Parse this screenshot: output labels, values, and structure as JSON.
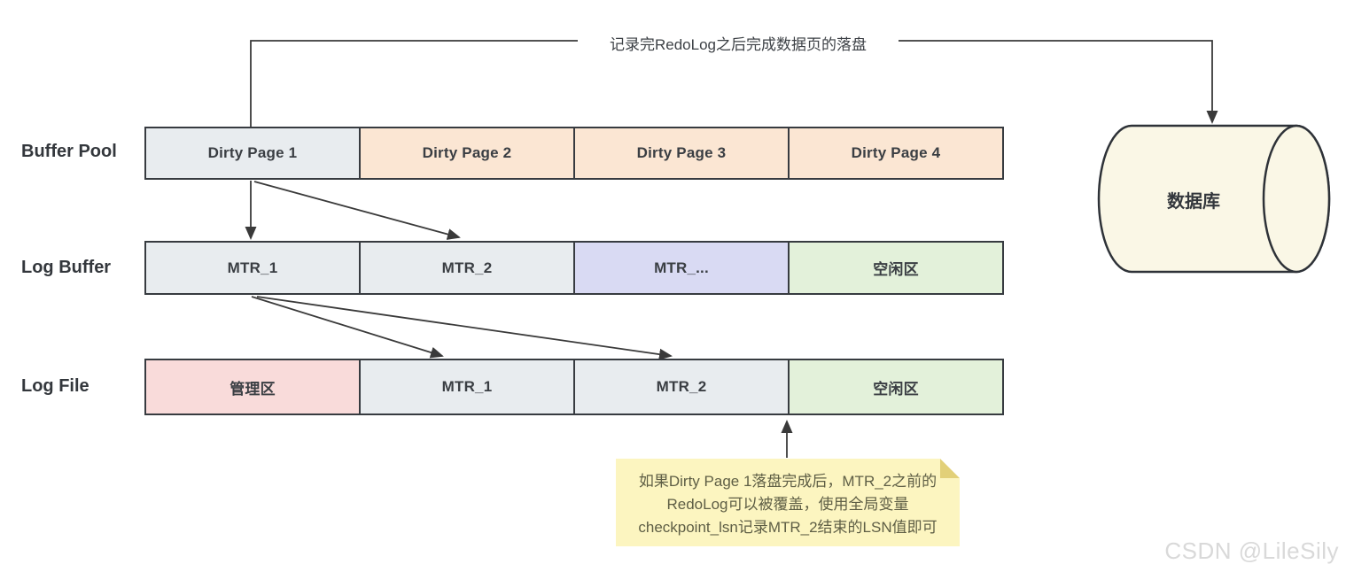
{
  "diagram": {
    "top_flow_label": "记录完RedoLog之后完成数据页的落盘",
    "rows": [
      {
        "label": "Buffer Pool",
        "cells": [
          {
            "text": "Dirty Page 1",
            "color": "#e8ecef"
          },
          {
            "text": "Dirty Page 2",
            "color": "#fbe6d3"
          },
          {
            "text": "Dirty Page 3",
            "color": "#fbe6d3"
          },
          {
            "text": "Dirty Page 4",
            "color": "#fbe6d3"
          }
        ]
      },
      {
        "label": "Log Buffer",
        "cells": [
          {
            "text": "MTR_1",
            "color": "#e8ecef"
          },
          {
            "text": "MTR_2",
            "color": "#e8ecef"
          },
          {
            "text": "MTR_...",
            "color": "#d9daf3"
          },
          {
            "text": "空闲区",
            "color": "#e3f1da"
          }
        ]
      },
      {
        "label": "Log File",
        "cells": [
          {
            "text": "管理区",
            "color": "#f9dbda"
          },
          {
            "text": "MTR_1",
            "color": "#e8ecef"
          },
          {
            "text": "MTR_2",
            "color": "#e8ecef"
          },
          {
            "text": "空闲区",
            "color": "#e3f1da"
          }
        ]
      }
    ],
    "database": {
      "label": "数据库",
      "fill": "#faf7e6"
    },
    "note": {
      "fill": "#fcf5c0",
      "lines": [
        "如果Dirty Page 1落盘完成后，MTR_2之前的",
        "RedoLog可以被覆盖，使用全局变量",
        "checkpoint_lsn记录MTR_2结束的LSN值即可"
      ]
    },
    "watermark": "CSDN @LileSily",
    "colors": {
      "stroke": "#373b40",
      "arrow": "#3a3a3a",
      "gray_cell": "#e8ecef",
      "peach_cell": "#fbe6d3",
      "lavender_cell": "#d9daf3",
      "green_cell": "#e3f1da",
      "pink_cell": "#f9dbda",
      "db_fill": "#faf7e6",
      "note_fill": "#fcf5c0"
    }
  }
}
